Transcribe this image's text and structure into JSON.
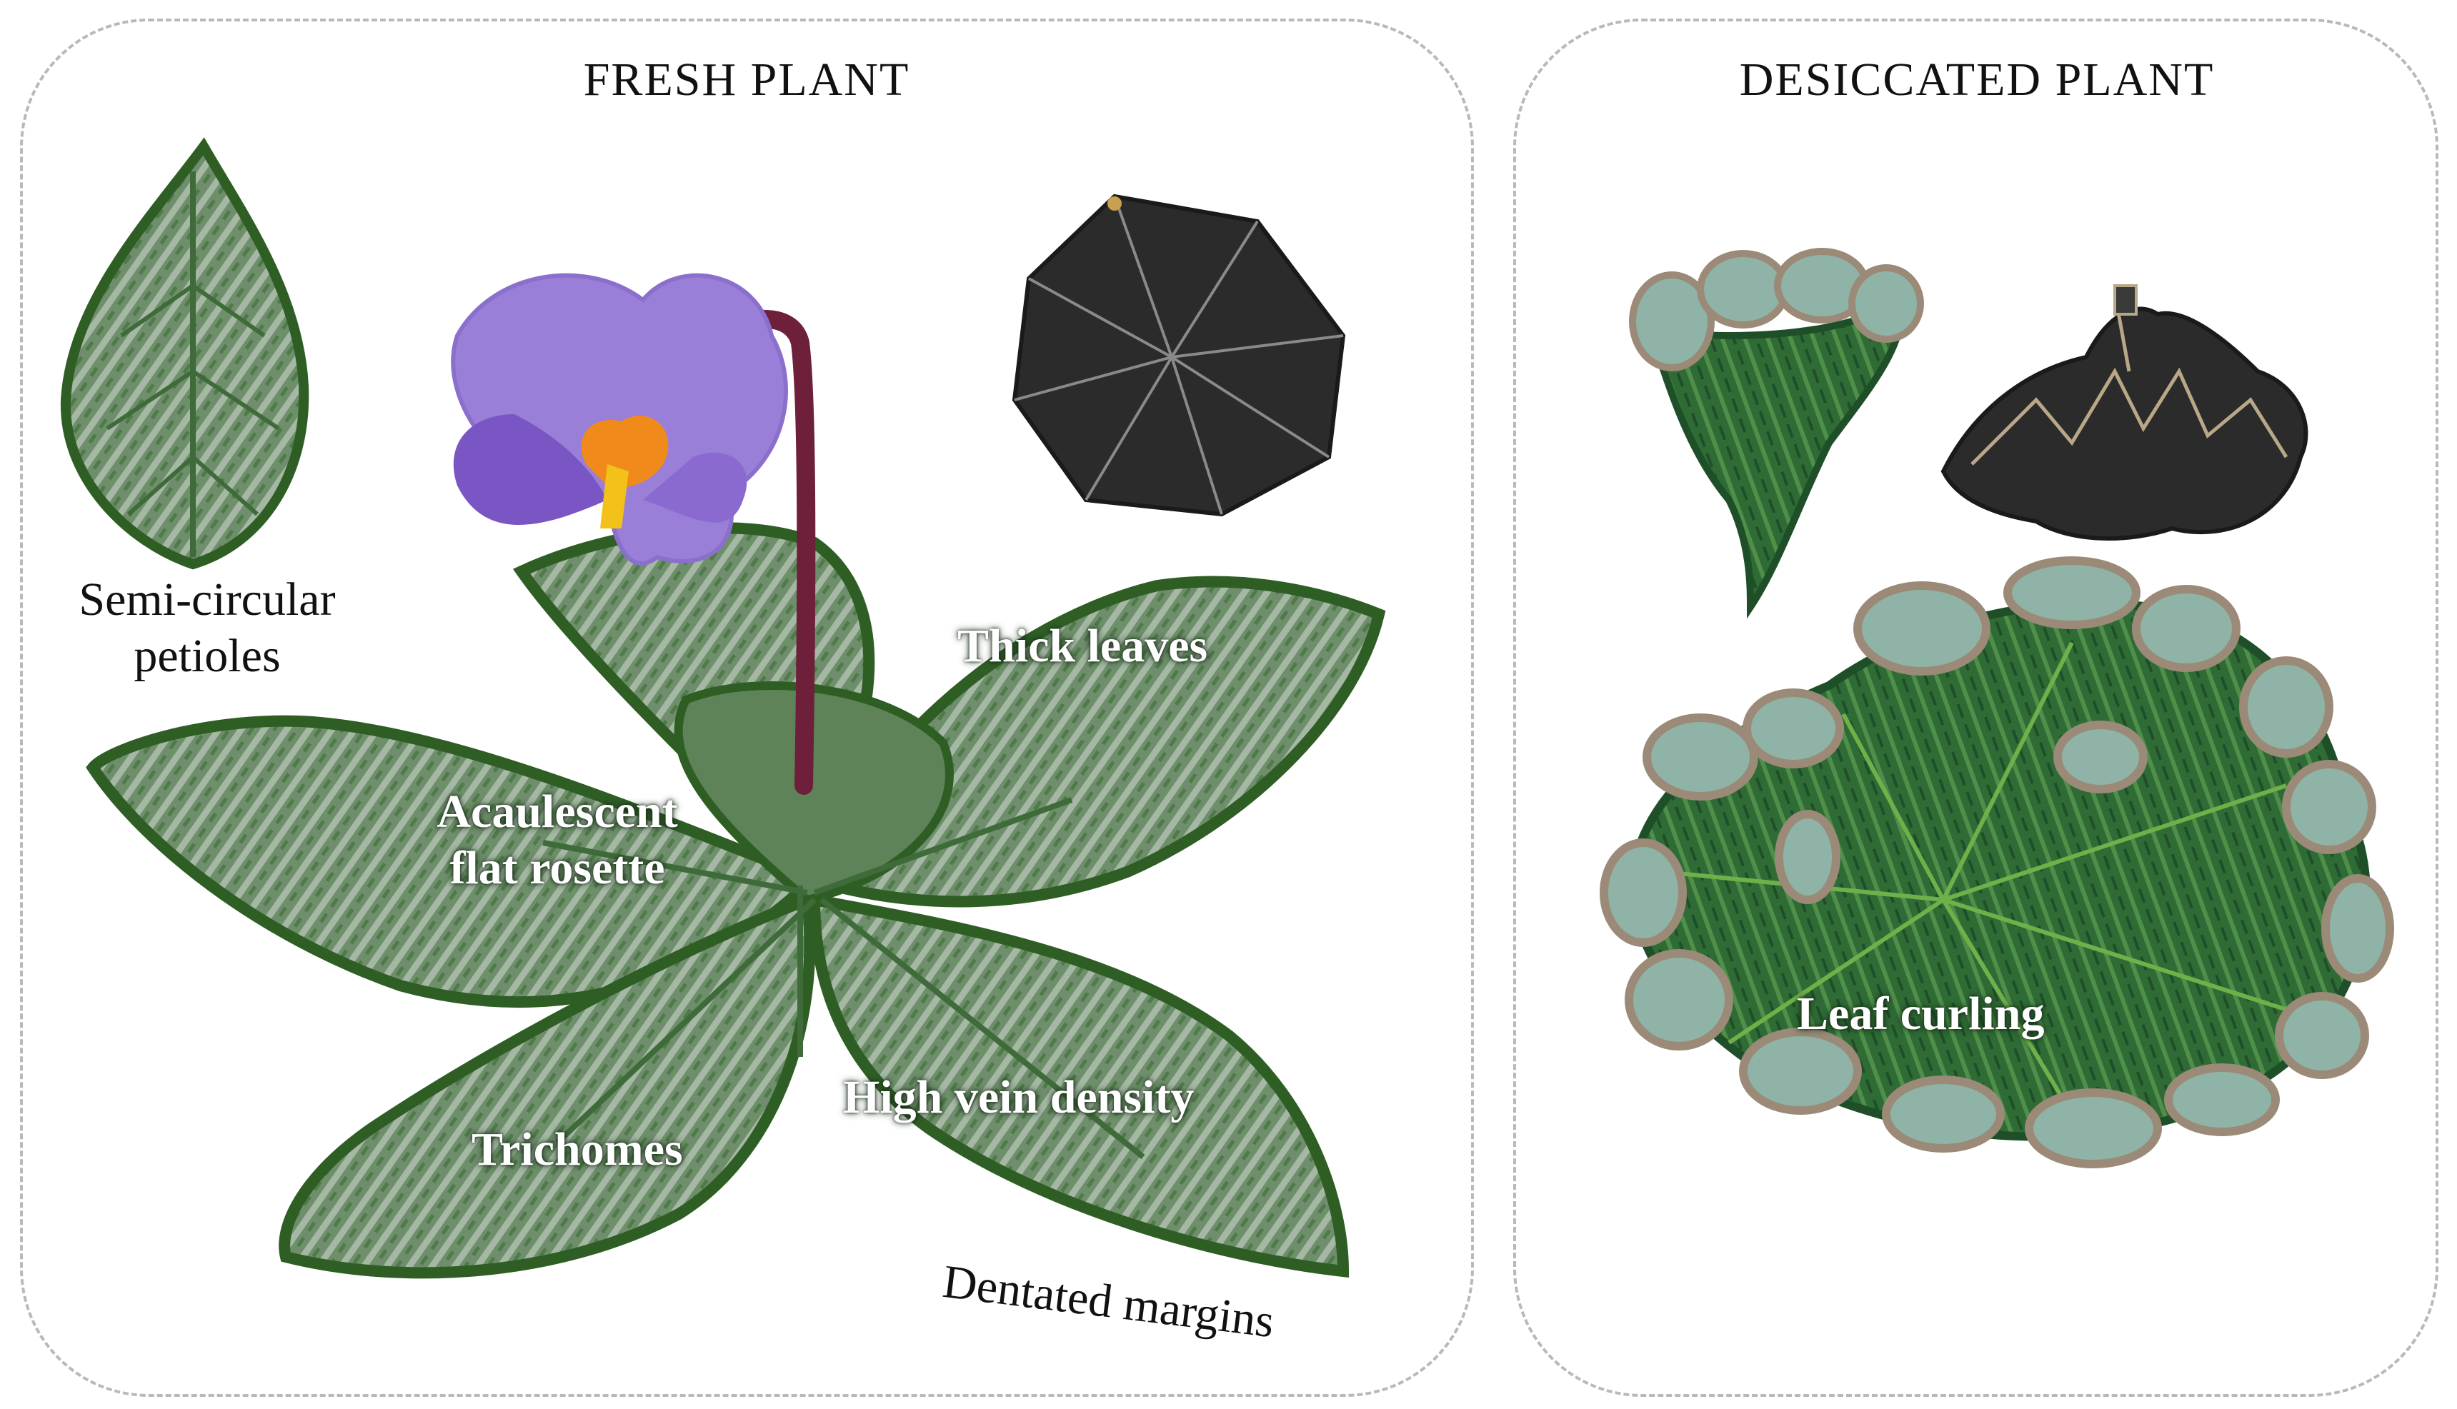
{
  "panels": {
    "fresh": {
      "title": "FRESH PLANT"
    },
    "desiccated": {
      "title": "DESICCATED PLANT"
    }
  },
  "labels": {
    "petioles_line1": "Semi-circular",
    "petioles_line2": "petioles",
    "thick_leaves": "Thick leaves",
    "rosette_line1": "Acaulescent",
    "rosette_line2": "flat rosette",
    "trichomes": "Trichomes",
    "vein_density": "High vein density",
    "dentated": "Dentated margins",
    "leaf_curling": "Leaf curling"
  },
  "colors": {
    "leaf_edge": "#2f5e25",
    "leaf_fill": "#6f8f6c",
    "leaf_light": "#aebfae",
    "leaf_dark": "#3f6b3a",
    "petal": "#9a7fd8",
    "petal_dark": "#7a55c4",
    "stem": "#6e1f3a",
    "anther": "#f2c21a",
    "stigma": "#f08a1a",
    "umbrella": "#2b2b2b",
    "umbrella_rib": "#8a8a8a",
    "dry_leaf": "#2f6b35",
    "dry_curl": "#9b8a78",
    "dry_teal": "#7fb3a6"
  },
  "icons": [
    "leaf-icon",
    "flower-icon",
    "open-umbrella-icon",
    "closed-umbrella-icon",
    "shriveled-leaf-icon"
  ]
}
